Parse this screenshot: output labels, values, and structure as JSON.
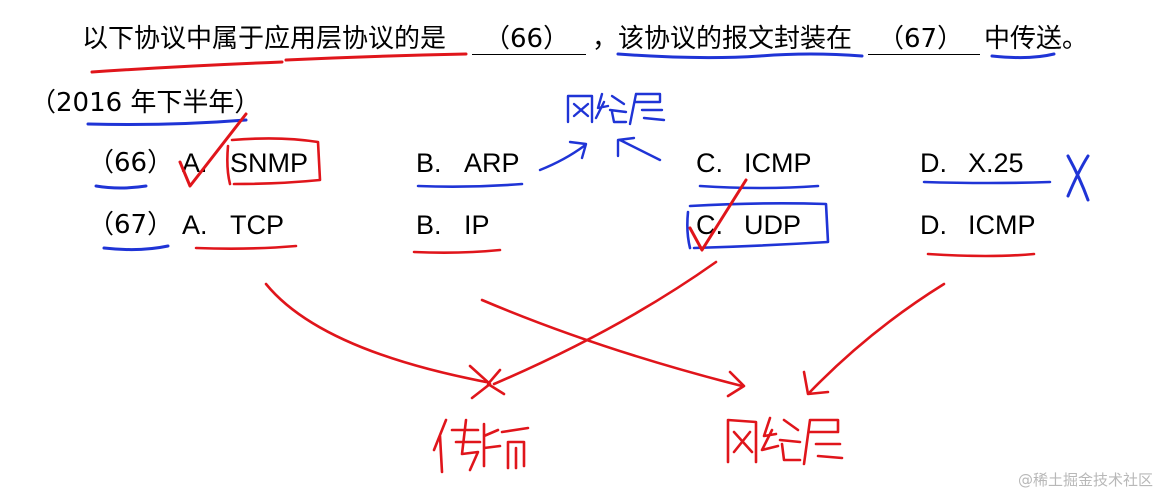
{
  "question": {
    "part1": "以下协议中属于应用层协议的是",
    "blank1": "（66）",
    "part2": "，该协议的报文封装在",
    "blank2": "（67）",
    "part3": "中传送。",
    "source": "（2016 年下半年）"
  },
  "rows": [
    {
      "num": "（66）",
      "options": [
        {
          "letter": "A.",
          "text": "SNMP"
        },
        {
          "letter": "B.",
          "text": "ARP"
        },
        {
          "letter": "C.",
          "text": "ICMP"
        },
        {
          "letter": "D.",
          "text": "X.25"
        }
      ]
    },
    {
      "num": "（67）",
      "options": [
        {
          "letter": "A.",
          "text": "TCP"
        },
        {
          "letter": "B.",
          "text": "IP"
        },
        {
          "letter": "C.",
          "text": "UDP"
        },
        {
          "letter": "D.",
          "text": "ICMP"
        }
      ]
    }
  ],
  "annotations": {
    "network_layer_blue": "网络层",
    "transport_red": "传输",
    "network_red": "网络层"
  },
  "watermark": "@稀土掘金技术社区",
  "colors": {
    "red_ink": "#e0151b",
    "blue_ink": "#1f34d6"
  }
}
